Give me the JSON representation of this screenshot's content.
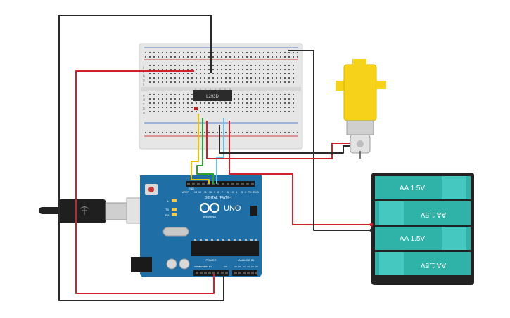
{
  "breadboard": {
    "chip_label": "L293D",
    "row_letters_top": [
      "j",
      "i",
      "h",
      "g",
      "f"
    ],
    "row_letters_bottom": [
      "e",
      "d",
      "c",
      "b",
      "a"
    ]
  },
  "arduino": {
    "logo_text": "ARDUINO",
    "model": "UNO",
    "digital_label": "DIGITAL (PWM~)",
    "power_label": "POWER",
    "analog_label": "ANALOG IN",
    "led_labels": [
      "L",
      "TX",
      "RX"
    ],
    "aref_label": "AREF",
    "gnd_label": "GND",
    "ioref_label": "IOREF",
    "reset_label": "RESET",
    "v33_label": "3.3V",
    "v5_label": "5V",
    "vin_label": "VIN",
    "digital_pins": [
      "13",
      "12",
      "~11",
      "~10",
      "~9",
      "8",
      "7",
      "~6",
      "~5",
      "4",
      "~3",
      "2",
      "TX 1",
      "RX 0"
    ],
    "analog_pins": [
      "A0",
      "A1",
      "A2",
      "A3",
      "A4",
      "A5"
    ]
  },
  "battery_pack": {
    "cells": [
      {
        "label": "AA 1.5V",
        "flipped": false
      },
      {
        "label": "AA 1.5V",
        "flipped": true
      },
      {
        "label": "AA 1.5V",
        "flipped": false
      },
      {
        "label": "AA 1.5V",
        "flipped": true
      }
    ]
  },
  "colors": {
    "wire_red": "#d0202a",
    "wire_black": "#2a2a2a",
    "wire_yellow": "#e8c400",
    "wire_green": "#2ea02e",
    "wire_lightblue": "#66c2e8",
    "arduino_board": "#1f6fa6",
    "battery_case": "#222222",
    "battery_cell": "#2fb3a8",
    "motor_yellow": "#f6d21a"
  }
}
